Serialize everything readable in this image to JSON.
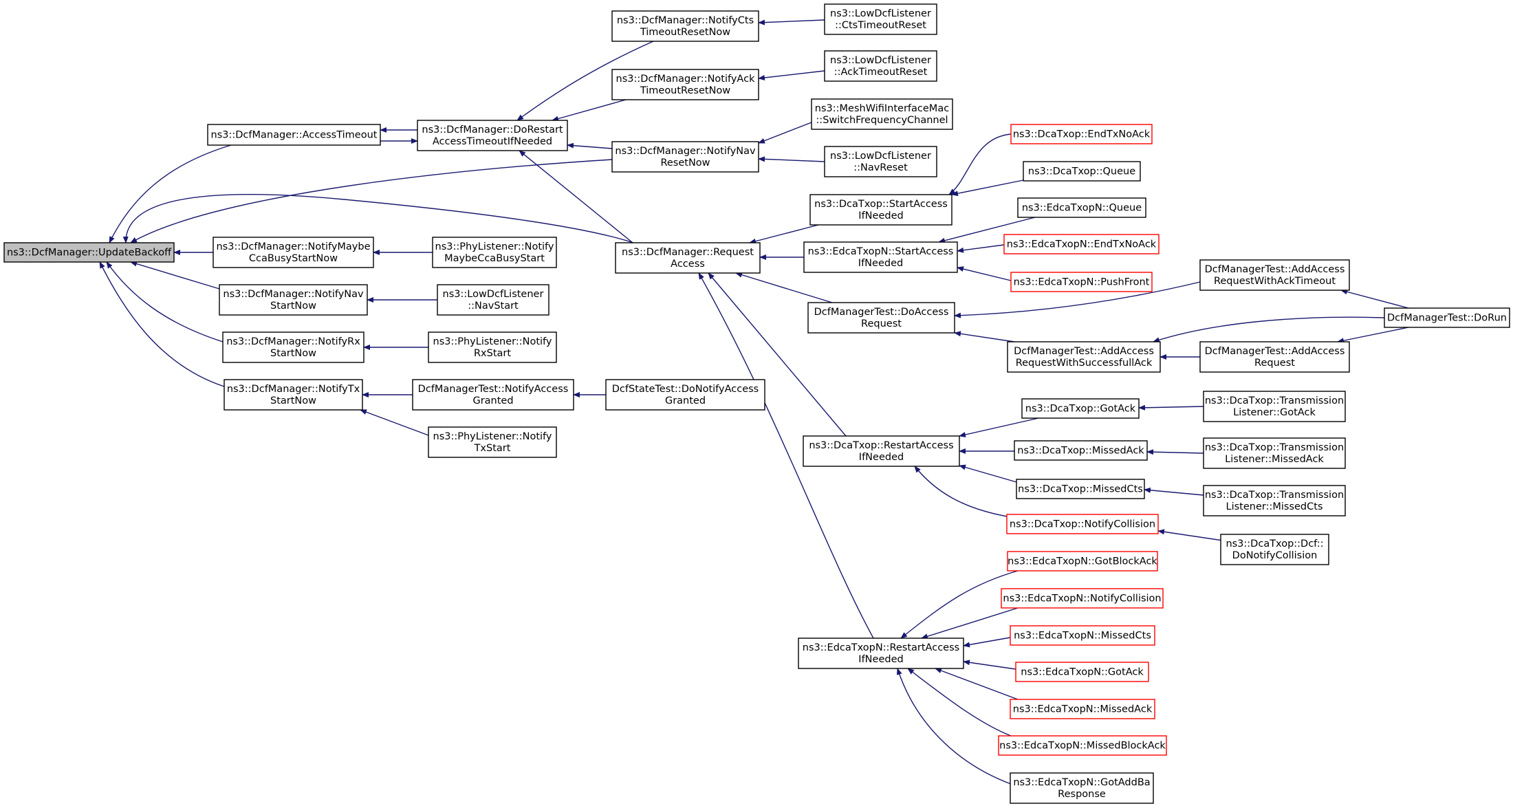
{
  "graph": {
    "title": "",
    "edge_color": "#191970",
    "highlight_fill": "#bfbfbf",
    "truncated_border_color": "#ff0000",
    "nodes": [
      {
        "id": "update_backoff",
        "lines": [
          "ns3::DcfManager::UpdateBackoff"
        ],
        "root": true
      },
      {
        "id": "access_timeout",
        "lines": [
          "ns3::DcfManager::AccessTimeout"
        ]
      },
      {
        "id": "do_restart",
        "lines": [
          "ns3::DcfManager::DoRestart",
          "AccessTimeoutIfNeeded"
        ]
      },
      {
        "id": "notify_cts",
        "lines": [
          "ns3::DcfManager::NotifyCts",
          "TimeoutResetNow"
        ]
      },
      {
        "id": "notify_ack",
        "lines": [
          "ns3::DcfManager::NotifyAck",
          "TimeoutResetNow"
        ]
      },
      {
        "id": "notify_nav_reset",
        "lines": [
          "ns3::DcfManager::NotifyNav",
          "ResetNow"
        ]
      },
      {
        "id": "low_cts",
        "lines": [
          "ns3::LowDcfListener",
          "::CtsTimeoutReset"
        ]
      },
      {
        "id": "low_ack",
        "lines": [
          "ns3::LowDcfListener",
          "::AckTimeoutReset"
        ]
      },
      {
        "id": "mesh_switch",
        "lines": [
          "ns3::MeshWifiInterfaceMac",
          "::SwitchFrequencyChannel"
        ]
      },
      {
        "id": "low_navreset",
        "lines": [
          "ns3::LowDcfListener",
          "::NavReset"
        ]
      },
      {
        "id": "request_access",
        "lines": [
          "ns3::DcfManager::Request",
          "Access"
        ]
      },
      {
        "id": "notify_maybe",
        "lines": [
          "ns3::DcfManager::NotifyMaybe",
          "CcaBusyStartNow"
        ]
      },
      {
        "id": "phy_maybe",
        "lines": [
          "ns3::PhyListener::Notify",
          "MaybeCcaBusyStart"
        ]
      },
      {
        "id": "notify_nav_start",
        "lines": [
          "ns3::DcfManager::NotifyNav",
          "StartNow"
        ]
      },
      {
        "id": "low_navstart",
        "lines": [
          "ns3::LowDcfListener",
          "::NavStart"
        ]
      },
      {
        "id": "notify_rx",
        "lines": [
          "ns3::DcfManager::NotifyRx",
          "StartNow"
        ]
      },
      {
        "id": "phy_rx",
        "lines": [
          "ns3::PhyListener::Notify",
          "RxStart"
        ]
      },
      {
        "id": "notify_tx",
        "lines": [
          "ns3::DcfManager::NotifyTx",
          "StartNow"
        ]
      },
      {
        "id": "test_notify_granted",
        "lines": [
          "DcfManagerTest::NotifyAccess",
          "Granted"
        ]
      },
      {
        "id": "state_granted",
        "lines": [
          "DcfStateTest::DoNotifyAccess",
          "Granted"
        ]
      },
      {
        "id": "phy_tx",
        "lines": [
          "ns3::PhyListener::Notify",
          "TxStart"
        ]
      },
      {
        "id": "dca_start",
        "lines": [
          "ns3::DcaTxop::StartAccess",
          "IfNeeded"
        ]
      },
      {
        "id": "edca_start",
        "lines": [
          "ns3::EdcaTxopN::StartAccess",
          "IfNeeded"
        ]
      },
      {
        "id": "test_do_access",
        "lines": [
          "DcfManagerTest::DoAccess",
          "Request"
        ]
      },
      {
        "id": "dca_endtx",
        "lines": [
          "ns3::DcaTxop::EndTxNoAck"
        ],
        "truncated": true
      },
      {
        "id": "dca_queue",
        "lines": [
          "ns3::DcaTxop::Queue"
        ]
      },
      {
        "id": "edca_queue",
        "lines": [
          "ns3::EdcaTxopN::Queue"
        ]
      },
      {
        "id": "edca_endtx",
        "lines": [
          "ns3::EdcaTxopN::EndTxNoAck"
        ],
        "truncated": true
      },
      {
        "id": "edca_pushfront",
        "lines": [
          "ns3::EdcaTxopN::PushFront"
        ],
        "truncated": true
      },
      {
        "id": "test_ack_timeout",
        "lines": [
          "DcfManagerTest::AddAccess",
          "RequestWithAckTimeout"
        ]
      },
      {
        "id": "test_successful",
        "lines": [
          "DcfManagerTest::AddAccess",
          "RequestWithSuccessfullAck"
        ]
      },
      {
        "id": "test_add_request",
        "lines": [
          "DcfManagerTest::AddAccess",
          "Request"
        ]
      },
      {
        "id": "test_dorun",
        "lines": [
          "DcfManagerTest::DoRun"
        ]
      },
      {
        "id": "dca_restart",
        "lines": [
          "ns3::DcaTxop::RestartAccess",
          "IfNeeded"
        ]
      },
      {
        "id": "dca_gotack",
        "lines": [
          "ns3::DcaTxop::GotAck"
        ]
      },
      {
        "id": "dca_missedack",
        "lines": [
          "ns3::DcaTxop::MissedAck"
        ]
      },
      {
        "id": "dca_missedcts",
        "lines": [
          "ns3::DcaTxop::MissedCts"
        ]
      },
      {
        "id": "dca_notifycoll",
        "lines": [
          "ns3::DcaTxop::NotifyCollision"
        ],
        "truncated": true
      },
      {
        "id": "tl_gotack",
        "lines": [
          "ns3::DcaTxop::Transmission",
          "Listener::GotAck"
        ]
      },
      {
        "id": "tl_missedack",
        "lines": [
          "ns3::DcaTxop::Transmission",
          "Listener::MissedAck"
        ]
      },
      {
        "id": "tl_missedcts",
        "lines": [
          "ns3::DcaTxop::Transmission",
          "Listener::MissedCts"
        ]
      },
      {
        "id": "dcf_docoll",
        "lines": [
          "ns3::DcaTxop::Dcf::",
          "DoNotifyCollision"
        ]
      },
      {
        "id": "edca_restart",
        "lines": [
          "ns3::EdcaTxopN::RestartAccess",
          "IfNeeded"
        ]
      },
      {
        "id": "edca_gotblockack",
        "lines": [
          "ns3::EdcaTxopN::GotBlockAck"
        ],
        "truncated": true
      },
      {
        "id": "edca_notifycoll",
        "lines": [
          "ns3::EdcaTxopN::NotifyCollision"
        ],
        "truncated": true
      },
      {
        "id": "edca_missedcts",
        "lines": [
          "ns3::EdcaTxopN::MissedCts"
        ],
        "truncated": true
      },
      {
        "id": "edca_gotack",
        "lines": [
          "ns3::EdcaTxopN::GotAck"
        ],
        "truncated": true
      },
      {
        "id": "edca_missedack",
        "lines": [
          "ns3::EdcaTxopN::MissedAck"
        ],
        "truncated": true
      },
      {
        "id": "edca_missedblockack",
        "lines": [
          "ns3::EdcaTxopN::MissedBlockAck"
        ],
        "truncated": true
      },
      {
        "id": "edca_gotaddba",
        "lines": [
          "ns3::EdcaTxopN::GotAddBa",
          "Response"
        ]
      }
    ],
    "edges": [
      {
        "from": "access_timeout",
        "to": "update_backoff"
      },
      {
        "from": "do_restart",
        "to": "update_backoff"
      },
      {
        "from": "notify_nav_reset",
        "to": "update_backoff"
      },
      {
        "from": "request_access",
        "to": "update_backoff"
      },
      {
        "from": "notify_maybe",
        "to": "update_backoff"
      },
      {
        "from": "notify_nav_start",
        "to": "update_backoff"
      },
      {
        "from": "notify_rx",
        "to": "update_backoff"
      },
      {
        "from": "notify_tx",
        "to": "update_backoff"
      },
      {
        "from": "do_restart",
        "to": "access_timeout"
      },
      {
        "from": "access_timeout",
        "to": "do_restart"
      },
      {
        "from": "notify_cts",
        "to": "do_restart"
      },
      {
        "from": "notify_ack",
        "to": "do_restart"
      },
      {
        "from": "notify_nav_reset",
        "to": "do_restart"
      },
      {
        "from": "request_access",
        "to": "do_restart"
      },
      {
        "from": "low_cts",
        "to": "notify_cts"
      },
      {
        "from": "low_ack",
        "to": "notify_ack"
      },
      {
        "from": "mesh_switch",
        "to": "notify_nav_reset"
      },
      {
        "from": "low_navreset",
        "to": "notify_nav_reset"
      },
      {
        "from": "phy_maybe",
        "to": "notify_maybe"
      },
      {
        "from": "low_navstart",
        "to": "notify_nav_start"
      },
      {
        "from": "phy_rx",
        "to": "notify_rx"
      },
      {
        "from": "test_notify_granted",
        "to": "notify_tx"
      },
      {
        "from": "phy_tx",
        "to": "notify_tx"
      },
      {
        "from": "state_granted",
        "to": "test_notify_granted"
      },
      {
        "from": "dca_start",
        "to": "request_access"
      },
      {
        "from": "edca_start",
        "to": "request_access"
      },
      {
        "from": "test_do_access",
        "to": "request_access"
      },
      {
        "from": "dca_restart",
        "to": "request_access"
      },
      {
        "from": "edca_restart",
        "to": "request_access"
      },
      {
        "from": "dca_endtx",
        "to": "dca_start"
      },
      {
        "from": "dca_queue",
        "to": "dca_start"
      },
      {
        "from": "edca_queue",
        "to": "edca_start"
      },
      {
        "from": "edca_endtx",
        "to": "edca_start"
      },
      {
        "from": "edca_pushfront",
        "to": "edca_start"
      },
      {
        "from": "test_ack_timeout",
        "to": "test_do_access"
      },
      {
        "from": "test_successful",
        "to": "test_do_access"
      },
      {
        "from": "test_dorun",
        "to": "test_ack_timeout"
      },
      {
        "from": "test_dorun",
        "to": "test_successful"
      },
      {
        "from": "test_add_request",
        "to": "test_successful"
      },
      {
        "from": "test_dorun",
        "to": "test_add_request"
      },
      {
        "from": "dca_gotack",
        "to": "dca_restart"
      },
      {
        "from": "dca_missedack",
        "to": "dca_restart"
      },
      {
        "from": "dca_missedcts",
        "to": "dca_restart"
      },
      {
        "from": "dca_notifycoll",
        "to": "dca_restart"
      },
      {
        "from": "tl_gotack",
        "to": "dca_gotack"
      },
      {
        "from": "tl_missedack",
        "to": "dca_missedack"
      },
      {
        "from": "tl_missedcts",
        "to": "dca_missedcts"
      },
      {
        "from": "dcf_docoll",
        "to": "dca_notifycoll"
      },
      {
        "from": "edca_gotblockack",
        "to": "edca_restart"
      },
      {
        "from": "edca_notifycoll",
        "to": "edca_restart"
      },
      {
        "from": "edca_missedcts",
        "to": "edca_restart"
      },
      {
        "from": "edca_gotack",
        "to": "edca_restart"
      },
      {
        "from": "edca_missedack",
        "to": "edca_restart"
      },
      {
        "from": "edca_missedblockack",
        "to": "edca_restart"
      },
      {
        "from": "edca_gotaddba",
        "to": "edca_restart"
      }
    ]
  }
}
